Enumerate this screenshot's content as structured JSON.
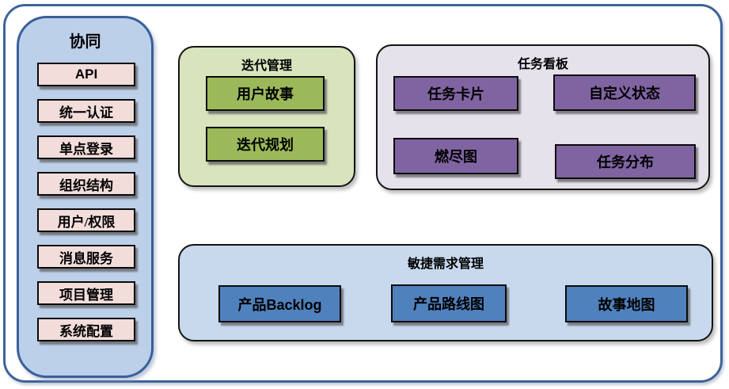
{
  "sidebar": {
    "title": "协同",
    "items": [
      "API",
      "统一认证",
      "单点登录",
      "组织结构",
      "用户/权限",
      "消息服务",
      "项目管理",
      "系统配置"
    ]
  },
  "groups": {
    "iteration": {
      "title": "迭代管理",
      "items": [
        "用户故事",
        "迭代规划"
      ]
    },
    "taskboard": {
      "title": "任务看板",
      "items": [
        "任务卡片",
        "自定义状态",
        "燃尽图",
        "任务分布"
      ]
    },
    "requirements": {
      "title": "敏捷需求管理",
      "items": [
        "产品Backlog",
        "产品路线图",
        "故事地图"
      ]
    }
  },
  "colors": {
    "frame_border": "#3d6499",
    "sidebar_fill": "#bdd0ea",
    "sidebar_node_fill": "#f2dddb",
    "iteration_fill": "#d7e4bd",
    "iteration_node_fill": "#9cb959",
    "taskboard_fill": "#e6e2ec",
    "taskboard_node_fill": "#8064a2",
    "requirements_fill": "#c8d9ee",
    "requirements_node_fill": "#4f81bd",
    "node_border": "#000000",
    "text": "#000000"
  }
}
